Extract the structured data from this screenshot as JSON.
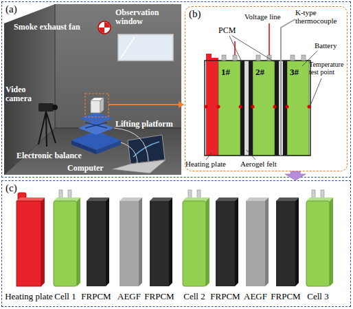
{
  "diagram": {
    "nodes": [
      {
        "text": [
          "(a)"
        ]
      },
      {
        "text": [
          "(b)"
        ],
        "in": 0
      },
      {
        "text": [
          "(c)"
        ]
      }
    ],
    "edges": [
      {
        "from": 1,
        "to": 2,
        "arrow": "to"
      }
    ],
    "labels": [
      "Smoke exhaust fan",
      "Observation window",
      "Video camera",
      "Lifting platform",
      "Electronic balance",
      "Computer",
      "PCM",
      "1#",
      "Voltage line",
      "2#",
      "K-type thermocouple",
      "3#",
      "Battery",
      "Temperature test point",
      "Heating plate",
      "Aerogel felt",
      "Heating plate",
      "Cell 1",
      "FRPCM",
      "AEGF",
      "FRPCM",
      "Cell 2",
      "FRPCM",
      "AEGF",
      "FRPCM",
      "Cell 3"
    ]
  }
}
